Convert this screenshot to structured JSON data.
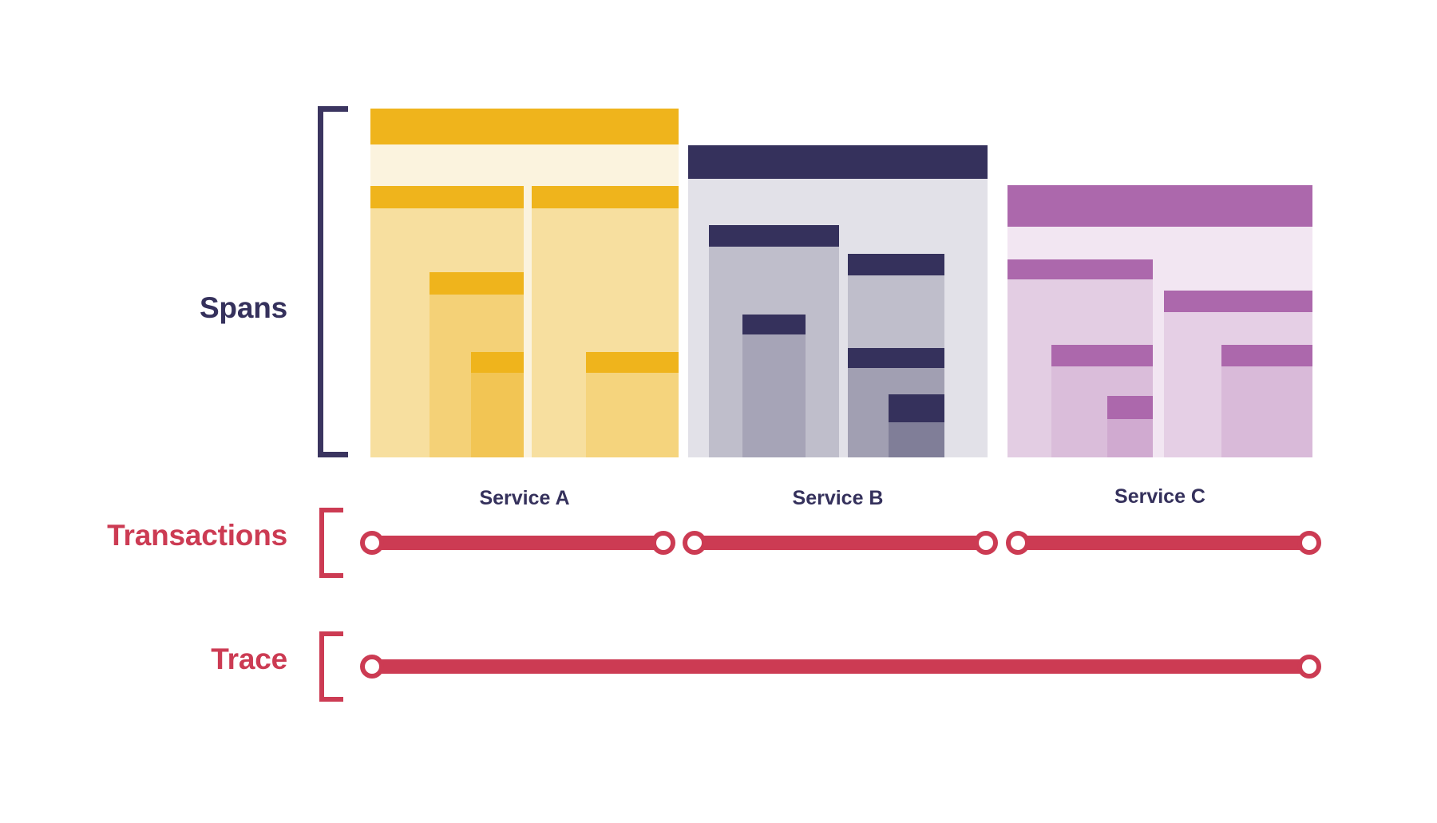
{
  "diagram": {
    "title": "Spans, Transactions and Trace relationship diagram",
    "rows": [
      {
        "key": "spans",
        "label": "Spans",
        "color": "#35315C"
      },
      {
        "key": "transactions",
        "label": "Transactions",
        "color": "#CC3B53"
      },
      {
        "key": "trace",
        "label": "Trace",
        "color": "#CC3B53"
      }
    ]
  },
  "colors": {
    "background": "#ffffff",
    "spans_bracket": "#3B3560",
    "transactions_accent": "#CC3B53",
    "trace_accent": "#CC3B53",
    "service_a_solid": "#EFB41C",
    "service_a_tint": "#FBF3DE",
    "service_b_solid": "#35315C",
    "service_b_tint": "#E2E1E8",
    "service_c_solid": "#AC68AC",
    "service_c_tint": "#F2E6F2",
    "caption_text": "#35315C"
  },
  "services": [
    {
      "id": "service-a",
      "caption": "Service A",
      "solid": "#EFB41C",
      "tint": "#FBF3DE",
      "spans": [
        {
          "name": "root-span",
          "depth": 0,
          "head": true
        },
        {
          "name": "child-span-1",
          "depth": 1,
          "head": true
        },
        {
          "name": "child-span-2",
          "depth": 1,
          "head": true
        },
        {
          "name": "child-span-3",
          "depth": 2,
          "head": true
        },
        {
          "name": "child-span-4",
          "depth": 3,
          "head": true
        },
        {
          "name": "child-span-5",
          "depth": 2,
          "head": true
        }
      ]
    },
    {
      "id": "service-b",
      "caption": "Service B",
      "solid": "#35315C",
      "tint": "#E2E1E8",
      "spans": [
        {
          "name": "root-span",
          "depth": 0,
          "head": true
        },
        {
          "name": "child-span-1",
          "depth": 1,
          "head": true
        },
        {
          "name": "child-span-2",
          "depth": 2,
          "head": true
        },
        {
          "name": "child-span-3",
          "depth": 1,
          "head": true
        },
        {
          "name": "child-span-4",
          "depth": 2,
          "head": true
        },
        {
          "name": "child-span-5",
          "depth": 3,
          "head": true
        }
      ]
    },
    {
      "id": "service-c",
      "caption": "Service C",
      "solid": "#AC68AC",
      "tint": "#F2E6F2",
      "spans": [
        {
          "name": "root-span",
          "depth": 0,
          "head": true
        },
        {
          "name": "child-span-1",
          "depth": 1,
          "head": true
        },
        {
          "name": "child-span-2",
          "depth": 2,
          "head": true
        },
        {
          "name": "child-span-3",
          "depth": 3,
          "head": true
        },
        {
          "name": "child-span-4",
          "depth": 1,
          "head": true
        },
        {
          "name": "child-span-5",
          "depth": 2,
          "head": true
        }
      ]
    }
  ],
  "transactions": [
    {
      "name": "transaction-service-a",
      "service": "Service A"
    },
    {
      "name": "transaction-service-b",
      "service": "Service B"
    },
    {
      "name": "transaction-service-c",
      "service": "Service C"
    }
  ],
  "trace": {
    "name": "trace-span",
    "segments": 1,
    "nodes": 2
  }
}
